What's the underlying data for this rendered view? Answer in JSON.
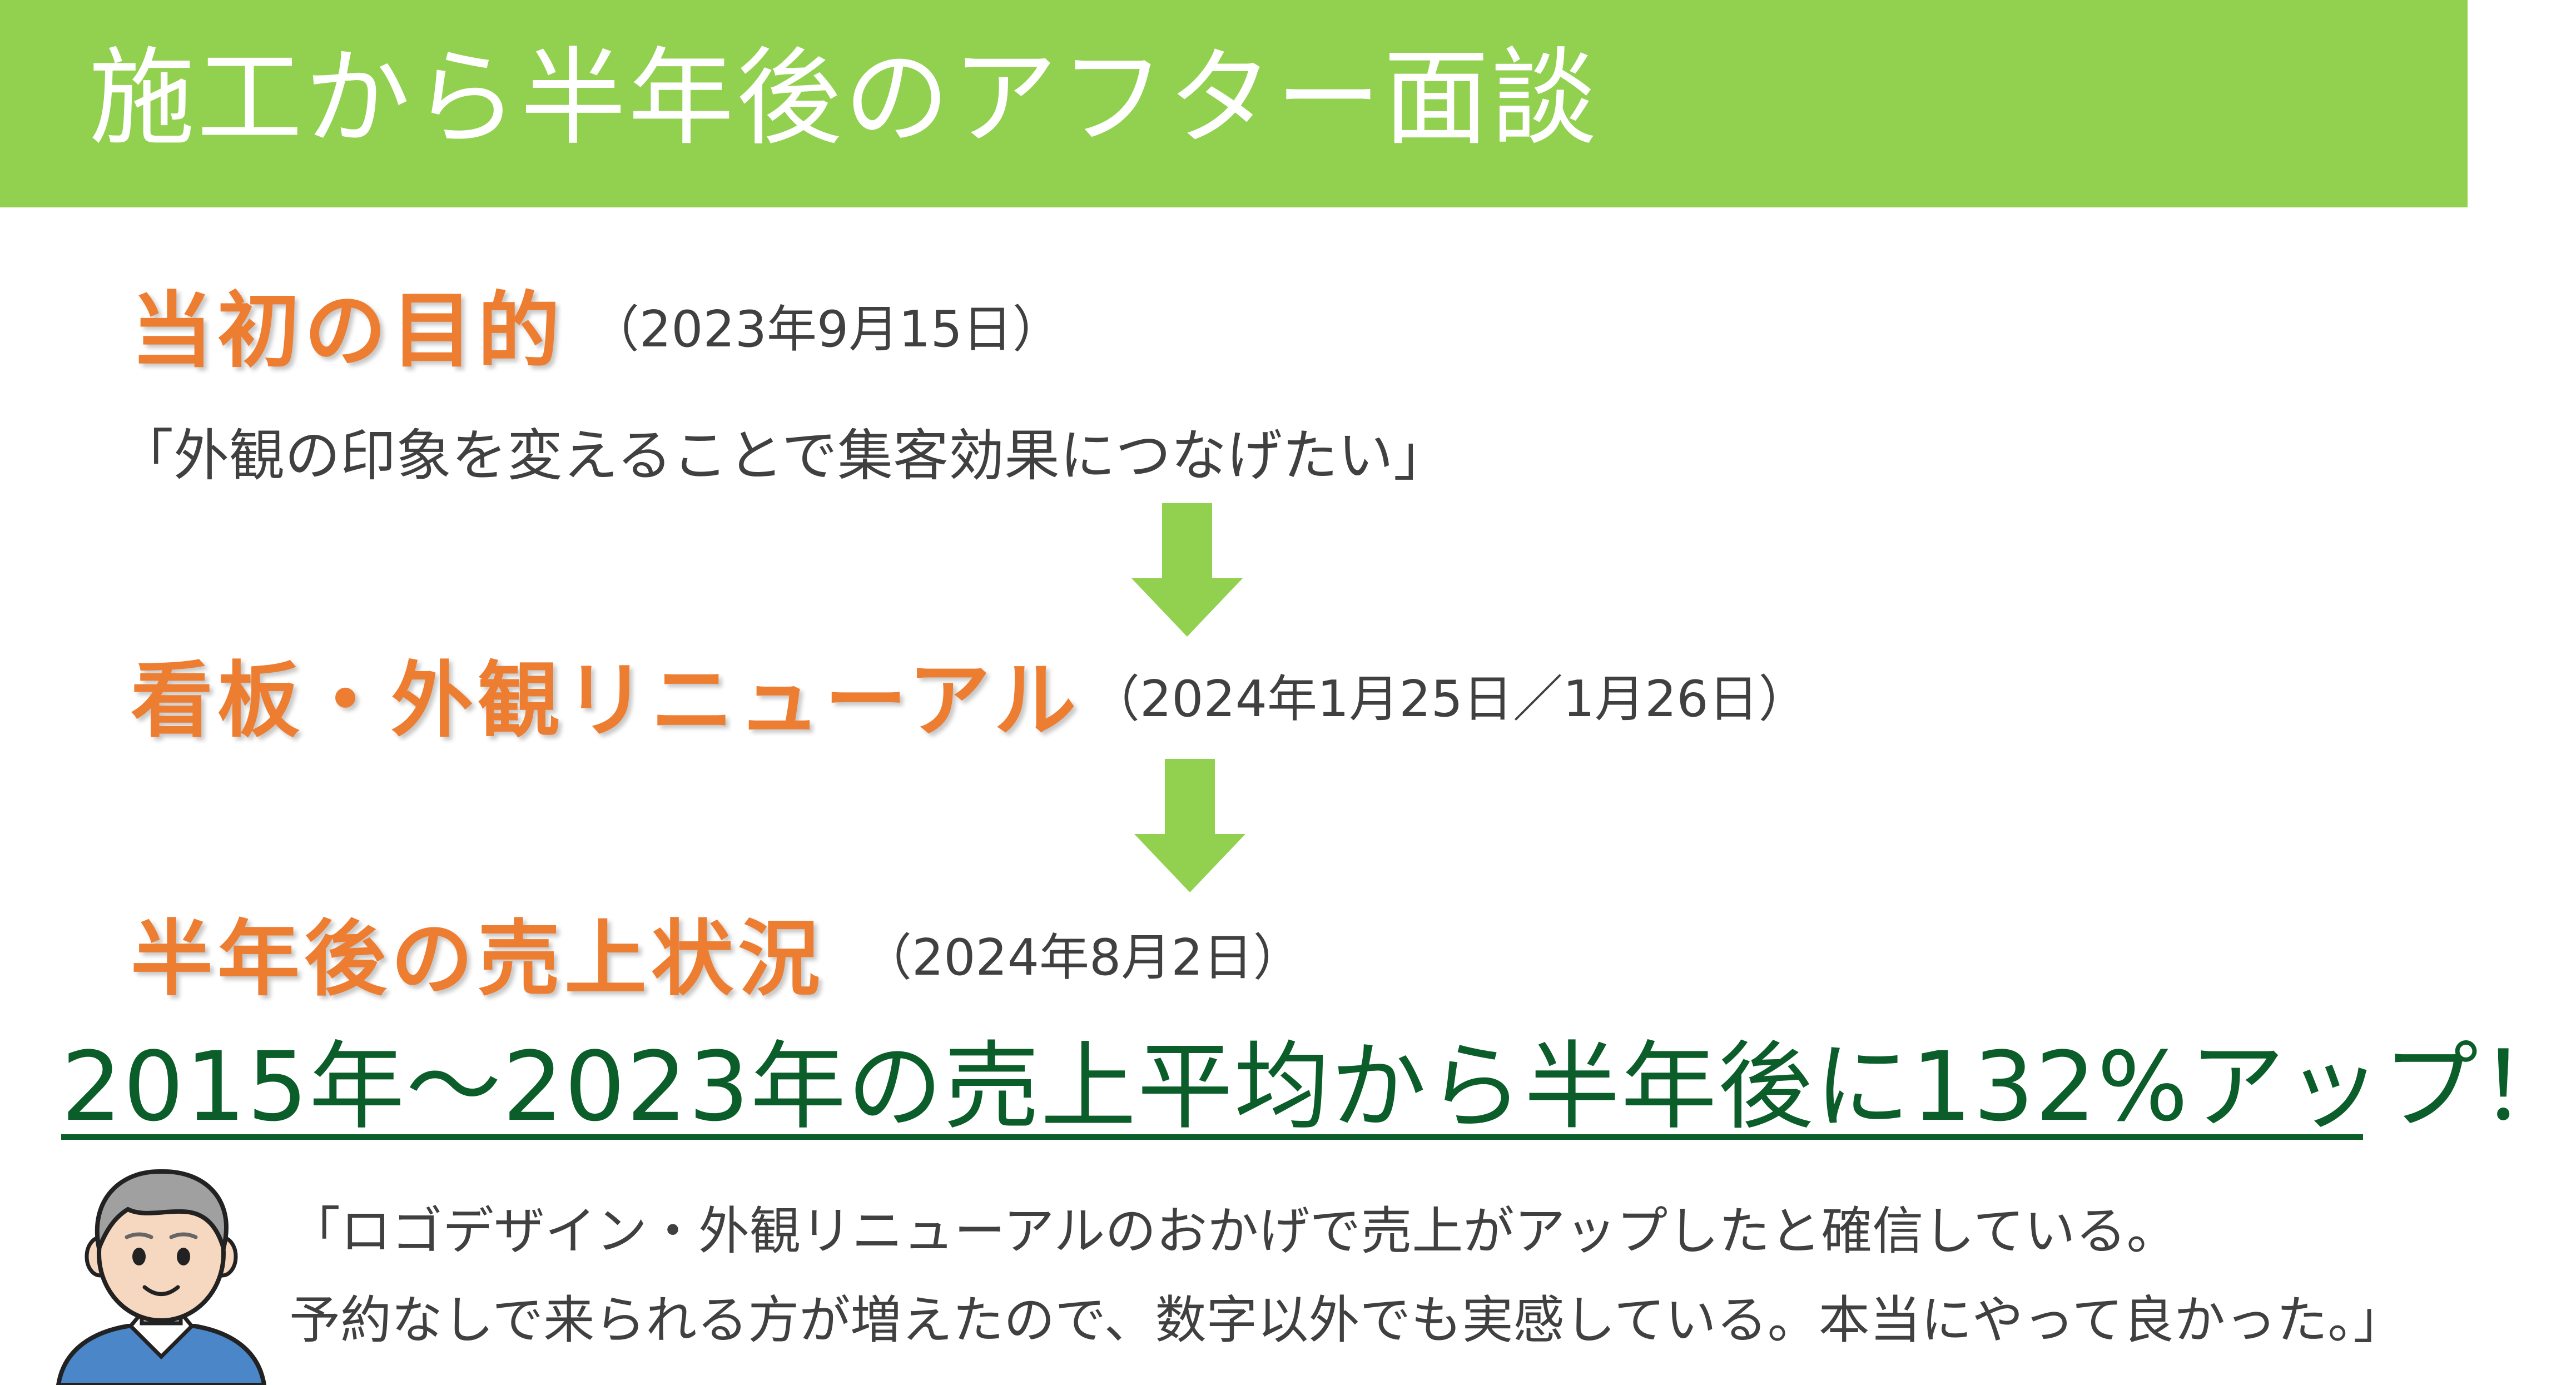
{
  "header": {
    "title": "施工から半年後のアフター面談"
  },
  "sections": {
    "purpose": {
      "heading": "当初の目的",
      "date": "（2023年9月15日）",
      "quote": "「外観の印象を変えることで集客効果につなげたい」"
    },
    "renewal": {
      "heading": "看板・外観リニューアル",
      "date": "（2024年1月25日／1月26日）"
    },
    "sales": {
      "heading": "半年後の売上状況",
      "date": "（2024年8月2日）"
    }
  },
  "result": {
    "text": "2015年～2023年の売上平均から半年後に132%アップ！"
  },
  "testimonial": {
    "line1": "「ロゴデザイン・外観リニューアルのおかげで売上がアップしたと確信している。",
    "line2": "予約なしで来られる方が増えたので、数字以外でも実感している。本当にやって良かった。」"
  },
  "colors": {
    "header_bg": "#92d050",
    "heading": "#ed7d31",
    "arrow": "#92d050",
    "result": "#0b5e2a"
  },
  "icons": {
    "arrow": "down-arrow-icon",
    "avatar": "elderly-man-avatar-icon"
  }
}
